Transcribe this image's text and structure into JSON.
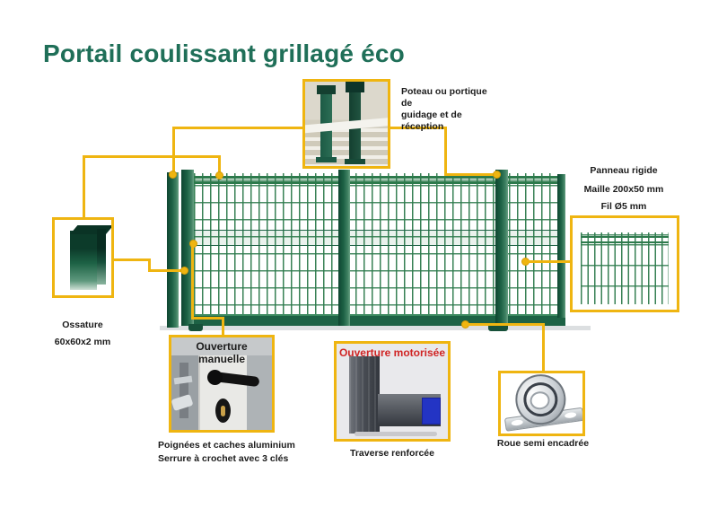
{
  "page": {
    "title": "Portail coulissant grillagé éco"
  },
  "colors": {
    "title_green": "#1f6f58",
    "accent_yellow": "#efb511",
    "gate_green": "#1d6245",
    "mesh_green": "#2d7a4c",
    "alert_red": "#d02424"
  },
  "callouts": {
    "guide_post": {
      "label_line1": "Poteau ou portique de",
      "label_line2": "guidage et de réception"
    },
    "panel": {
      "line1": "Panneau rigide",
      "line2": "Maille 200x50 mm",
      "line3": "Fil Ø5 mm"
    },
    "ossature": {
      "line1": "Ossature",
      "line2": "60x60x2 mm"
    },
    "manual": {
      "header": "Ouverture manuelle",
      "caption1": "Poignées et caches aluminium",
      "caption2": "Serrure à crochet avec 3 clés"
    },
    "motor": {
      "header": "Ouverture motorisée",
      "caption": "Traverse renforcée"
    },
    "wheel": {
      "caption": "Roue semi encadrée"
    }
  }
}
